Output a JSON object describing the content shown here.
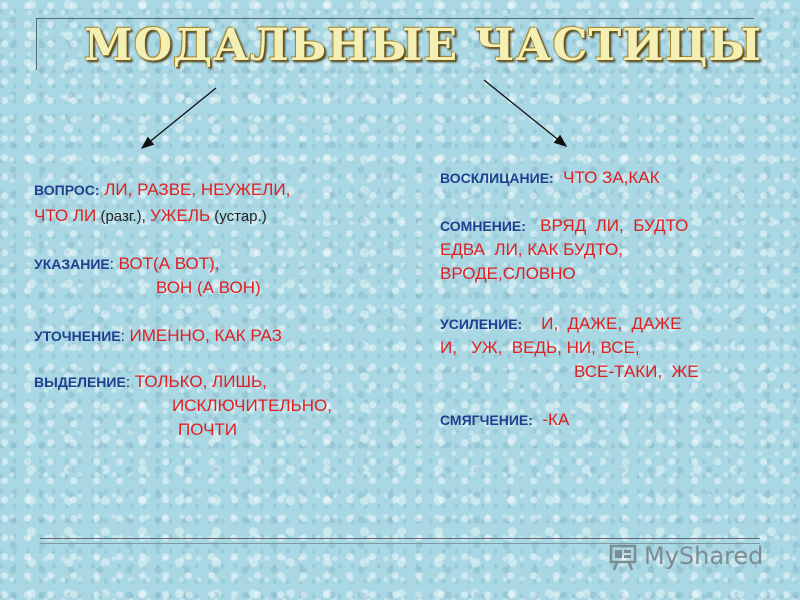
{
  "title": "МОДАЛЬНЫЕ ЧАСТИЦЫ",
  "left": {
    "vopros_label": "ВОПРОС:",
    "vopros_1": " ЛИ, РАЗВЕ, НЕУЖЕЛИ,",
    "vopros_2a": "ЧТО ЛИ",
    "vopros_2b": " (разг.), ",
    "vopros_2c": "УЖЕЛЬ",
    "vopros_2d": " (устар.)",
    "ukazanie_label": "УКАЗАНИЕ",
    "ukazanie_colon": ":",
    "ukazanie_1": " ВОТ(А ВОТ),",
    "ukazanie_2": "ВОН (А ВОН)",
    "utochnenie_label": "УТОЧНЕНИЕ",
    "utochnenie_colon": ":",
    "utochnenie_1": " ИМЕННО, КАК РАЗ",
    "vydelenie_label": "ВЫДЕЛЕНИЕ",
    "vydelenie_colon": ":",
    "vydelenie_1": " ТОЛЬКО, ЛИШЬ,",
    "vydelenie_2": "ИСКЛЮЧИТЕЛЬНО,",
    "vydelenie_3": "ПОЧТИ"
  },
  "right": {
    "vosklicanie_label": "ВОСКЛИЦАНИЕ:",
    "vosklicanie_1": "  ЧТО ЗА,КАК",
    "somnenie_label": "СОМНЕНИЕ:",
    "somnenie_1": "   ВРЯД  ЛИ,  БУДТО",
    "somnenie_2": "ЕДВА  ЛИ, КАК БУДТО,",
    "somnenie_3": "ВРОДЕ,СЛОВНО",
    "usilenie_label": "УСИЛЕНИЕ:",
    "usilenie_1": "    И,  ДАЖЕ,  ДАЖЕ",
    "usilenie_2": "И,   УЖ,  ВЕДЬ, НИ, ВСЕ,",
    "usilenie_3": "ВСЕ-ТАКИ,  ЖЕ",
    "smyagchenie_label": "СМЯГЧЕНИЕ:",
    "smyagchenie_1": "  -КА"
  },
  "watermark": {
    "text": "MyShared",
    "icon": "presentation-board-icon"
  },
  "colors": {
    "label": "#1f3f8f",
    "particle": "#e02020",
    "background": "#a9d8e4",
    "title": "#f4efb5"
  }
}
